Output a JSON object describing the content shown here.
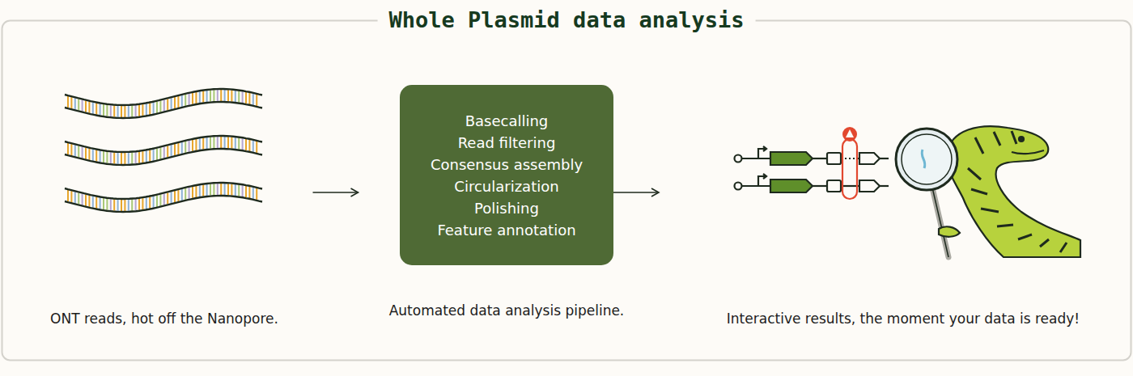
{
  "diagram": {
    "title": "Whole Plasmid data analysis",
    "nodes": [
      {
        "text": [
          "ONT reads, hot off the Nanopore."
        ]
      },
      {
        "text": [
          "Basecalling",
          "Read filtering",
          "Consensus assembly",
          "Circularization",
          "Polishing",
          "Feature annotation"
        ]
      },
      {
        "text": [
          "Interactive results, the moment your data is ready!"
        ]
      }
    ],
    "edges": [
      {
        "from": 0,
        "to": 1,
        "arrow": "to"
      },
      {
        "from": 1,
        "to": 2,
        "arrow": "to"
      }
    ],
    "labels": [
      "Automated data analysis pipeline."
    ]
  }
}
